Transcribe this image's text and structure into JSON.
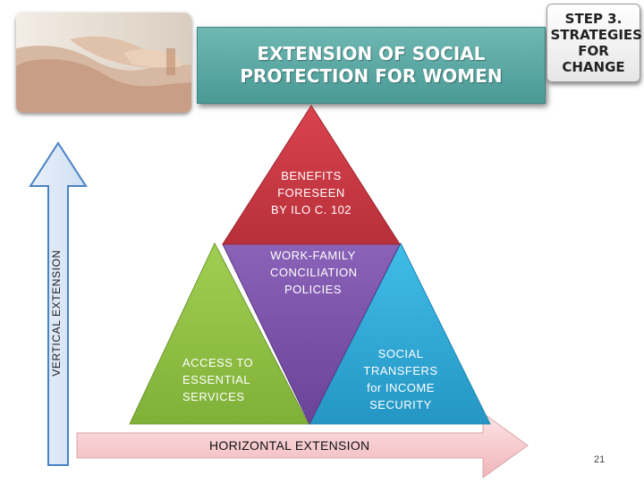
{
  "slide": {
    "title": "EXTENSION OF SOCIAL PROTECTION FOR WOMEN",
    "step": "STEP 3. STRATEGIES FOR CHANGE",
    "page_number": "21"
  },
  "diagram": {
    "top_triangle": "BENEFITS FORESEEN BY ILO C. 102",
    "middle_triangle": "WORK-FAMILY CONCILIATION POLICIES",
    "left_triangle": "ACCESS TO ESSENTIAL SERVICES",
    "right_triangle": "SOCIAL TRANSFERS for INCOME SECURITY",
    "vertical_axis": "VERTICAL EXTENSION",
    "horizontal_axis": "HORIZONTAL EXTENSION"
  },
  "colors": {
    "top": "#cc3a45",
    "middle": "#7a52a8",
    "left": "#8fbf43",
    "right": "#33aede",
    "title_bg": "#5aa7a3",
    "vertical_arrow": "#dde9f7",
    "horizontal_arrow": "#f6c7cb"
  }
}
